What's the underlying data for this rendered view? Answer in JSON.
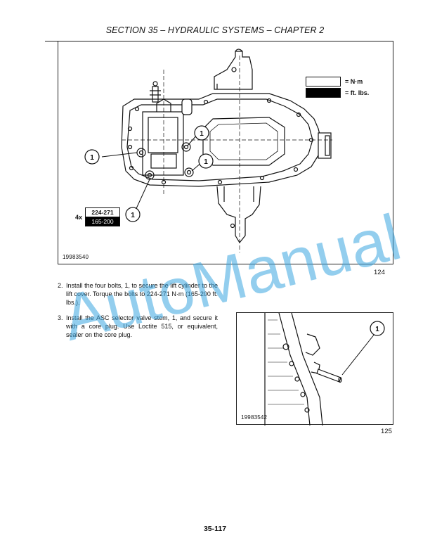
{
  "header": {
    "title": "SECTION 35 – HYDRAULIC SYSTEMS – CHAPTER 2"
  },
  "figure1": {
    "id": "19983540",
    "number": "124",
    "legend": {
      "nm": "= N·m",
      "ft": "= ft. lbs."
    },
    "callout": "1",
    "torque": {
      "qty": "4x",
      "nm": "224-271",
      "ft": "165-200"
    }
  },
  "steps": [
    {
      "num": "2.",
      "text": "Install the four bolts, 1, to secure the lift cylinder to the lift cover. Torque the bolts to 224-271 N·m (165-200 ft. lbs.)."
    },
    {
      "num": "3.",
      "text": "Install the ASC selector valve stem, 1, and secure it with a core plug. Use Loctite 515, or equivalent, sealer on the core plug."
    }
  ],
  "figure2": {
    "id": "19983542",
    "number": "125",
    "callout": "1"
  },
  "page": {
    "number": "35-117"
  },
  "watermark": {
    "text": "AutoManual",
    "color": "#3aa6e0"
  }
}
